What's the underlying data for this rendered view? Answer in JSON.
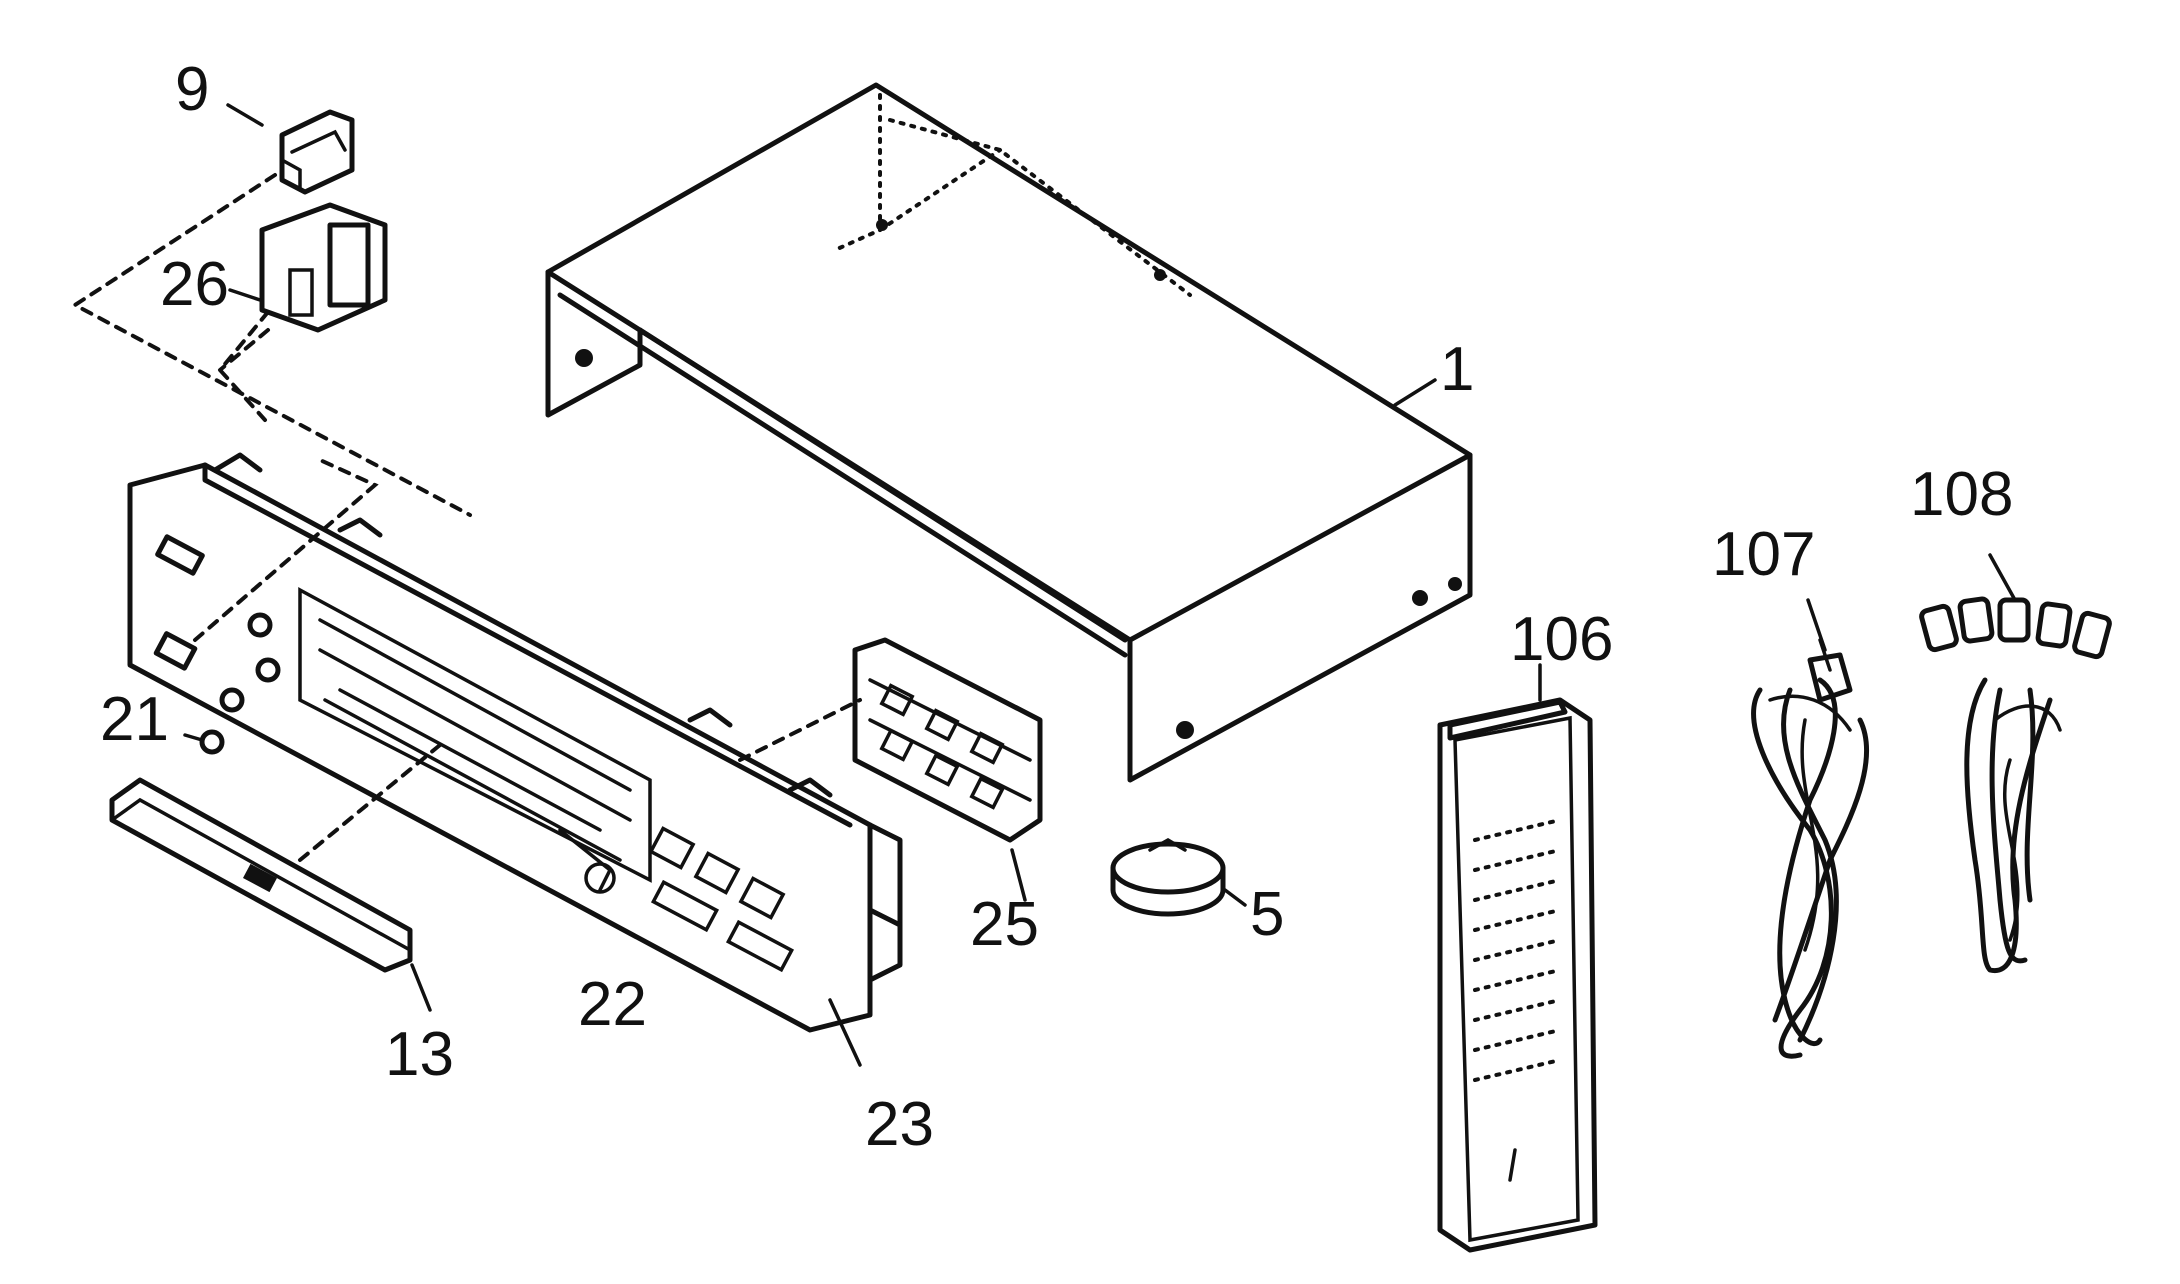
{
  "callouts": {
    "c9": "9",
    "c26": "26",
    "c1": "1",
    "c21": "21",
    "c13": "13",
    "c22": "22",
    "c23": "23",
    "c25": "25",
    "c5": "5",
    "c106": "106",
    "c107": "107",
    "c108": "108"
  },
  "colors": {
    "ink": "#111111",
    "paper": "#ffffff"
  }
}
